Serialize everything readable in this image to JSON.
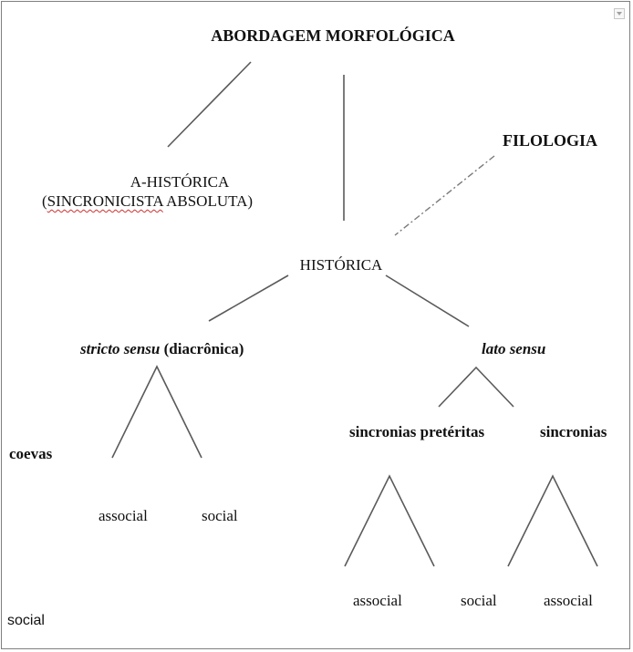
{
  "diagram": {
    "title": "ABORDAGEM MORFOLÓGICA",
    "filologia": "FILOLOGIA",
    "a_historica": {
      "line1": "A-HISTÓRICA",
      "open_paren": "(",
      "sincronicista": "SINCRONICISTA",
      "absoluta": " ABSOLUTA)"
    },
    "historica": "HISTÓRICA",
    "stricto": {
      "term": "stricto sensu",
      "qualifier": " (diacrônica)"
    },
    "lato": "lato sensu",
    "coevas": "coevas",
    "stricto_children": [
      "associal",
      "social"
    ],
    "sincronias_preteritas": {
      "label": "sincronias pretéritas",
      "children": [
        "associal",
        "social"
      ]
    },
    "sincronias": {
      "label": "sincronias",
      "children": [
        "associal"
      ]
    },
    "stray_social": "social"
  },
  "colors": {
    "line": "#5a5a5a",
    "dashdot": "#7a7a7a",
    "border": "#7f7f7f",
    "squiggle": "#d03030"
  }
}
